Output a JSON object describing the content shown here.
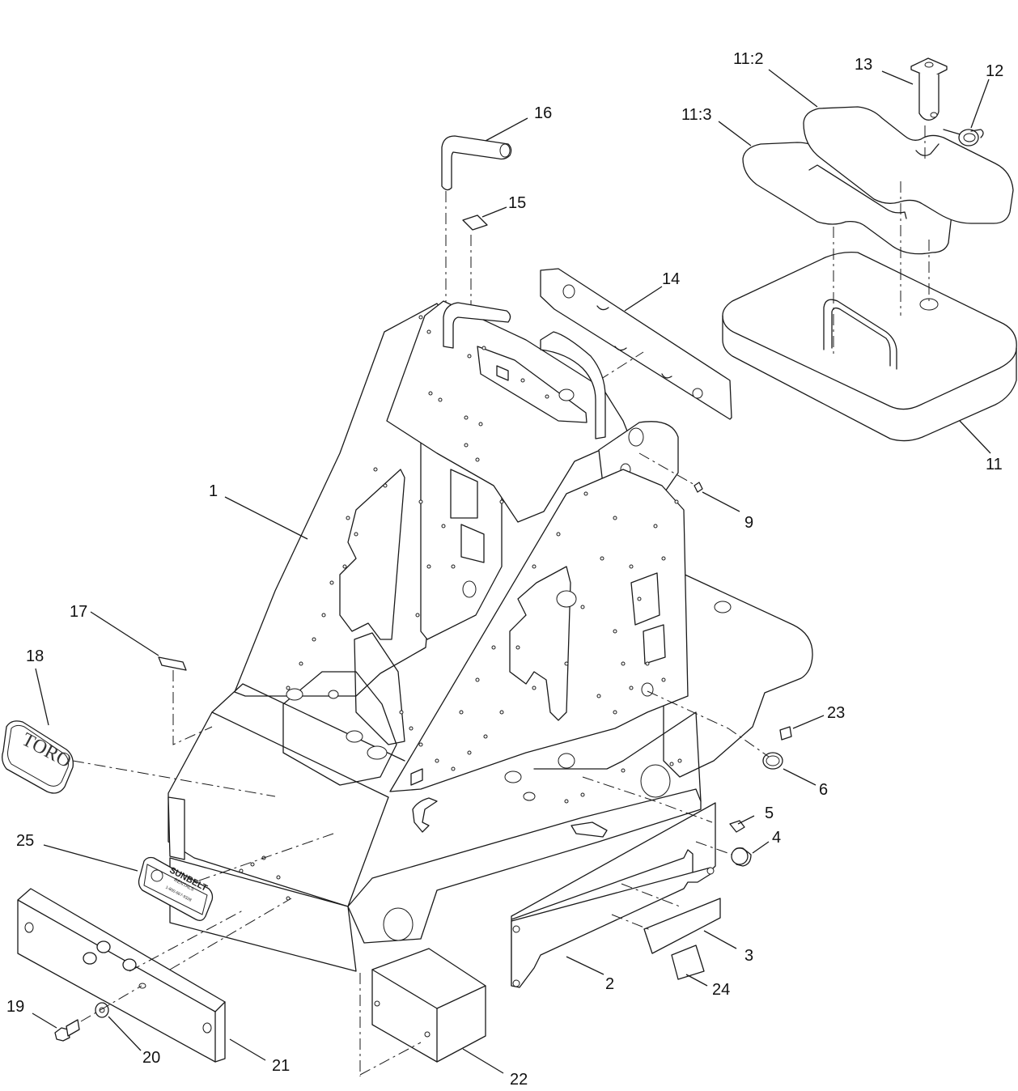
{
  "diagram": {
    "callouts": {
      "c1": "1",
      "c2": "2",
      "c3": "3",
      "c4": "4",
      "c5": "5",
      "c6": "6",
      "c9": "9",
      "c11": "11",
      "c11_2": "11:2",
      "c11_3": "11:3",
      "c12": "12",
      "c13": "13",
      "c14": "14",
      "c15": "15",
      "c16": "16",
      "c17": "17",
      "c18": "18",
      "c19": "19",
      "c20": "20",
      "c21": "21",
      "c22": "22",
      "c23": "23",
      "c24": "24",
      "c25": "25"
    },
    "decals": {
      "toro_logo": "TORO",
      "sunbelt_logo": "SUNBELT",
      "sunbelt_sub": "RENTALS",
      "sunbelt_phone": "1-800-667-9328"
    }
  }
}
